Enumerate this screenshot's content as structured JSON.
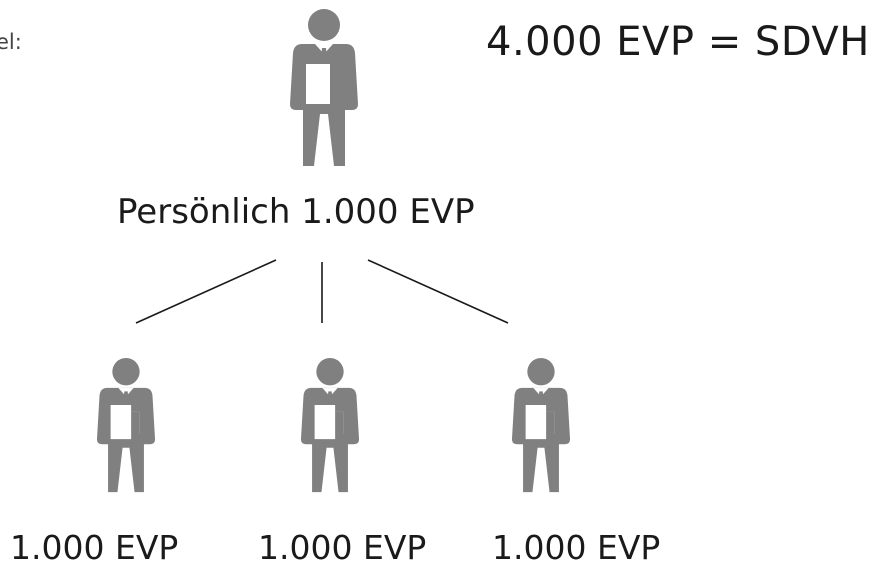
{
  "header": {
    "cut_label": "el:",
    "formula": "4.000 EVP = SDVH"
  },
  "top_person": {
    "label": "Persönlich  1.000 EVP",
    "icon": "businessman-icon"
  },
  "bottom_people": [
    {
      "label": "1.000 EVP",
      "icon": "businessman-icon"
    },
    {
      "label": "1.000 EVP",
      "icon": "businessman-icon"
    },
    {
      "label": "1.000 EVP",
      "icon": "businessman-icon"
    }
  ],
  "colors": {
    "icon": "#808080",
    "text": "#1a1a1a",
    "line": "#1a1a1a"
  }
}
